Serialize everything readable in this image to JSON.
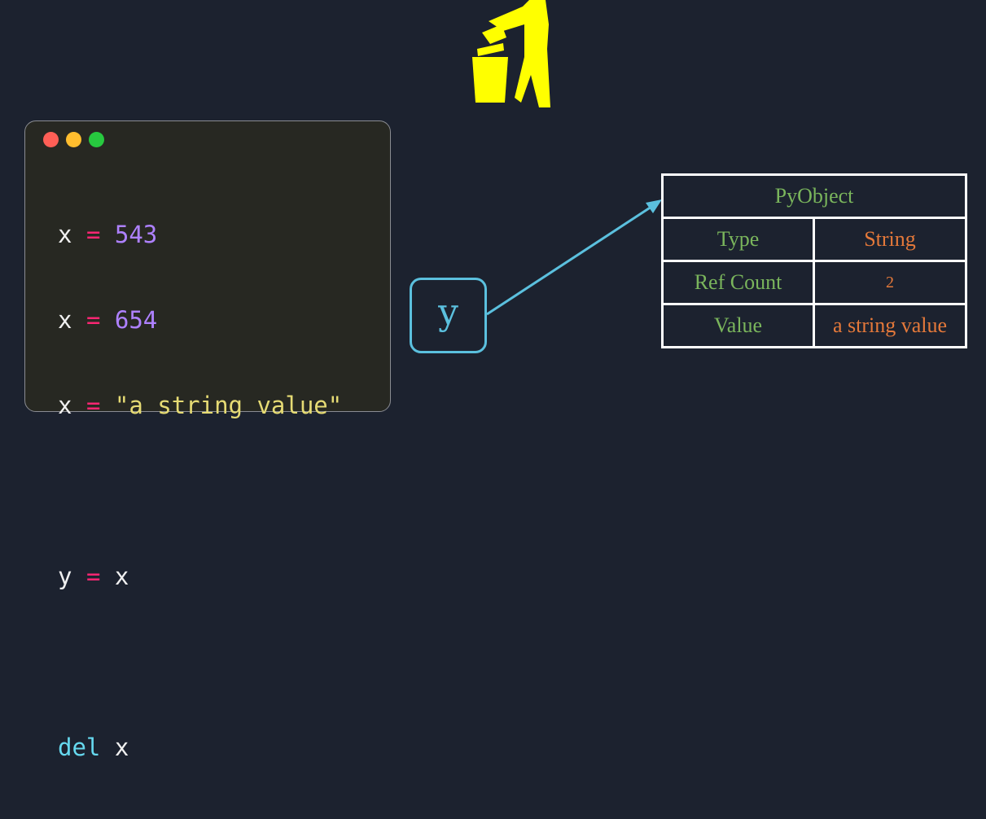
{
  "code_window": {
    "dot_colors": [
      "#ff5f56",
      "#ffbd2e",
      "#27c93f"
    ],
    "lines": [
      {
        "var": "x",
        "op": "=",
        "value": "543"
      },
      {
        "var": "x",
        "op": "=",
        "value": "654"
      },
      {
        "var": "x",
        "op": "=",
        "value": "\"a string value\""
      },
      {
        "var": "y",
        "op": "=",
        "value": "x"
      },
      {
        "keyword": "del",
        "value": "x"
      }
    ]
  },
  "variable": {
    "name": "y",
    "color": "#5bc0de"
  },
  "pyobject": {
    "title": "PyObject",
    "rows": [
      {
        "key": "Type",
        "value": "String"
      },
      {
        "key": "Ref Count",
        "value": "2"
      },
      {
        "key": "Value",
        "value": "a string value"
      }
    ]
  },
  "icon": {
    "name": "garbage-bin-icon",
    "color": "#ffff00"
  }
}
